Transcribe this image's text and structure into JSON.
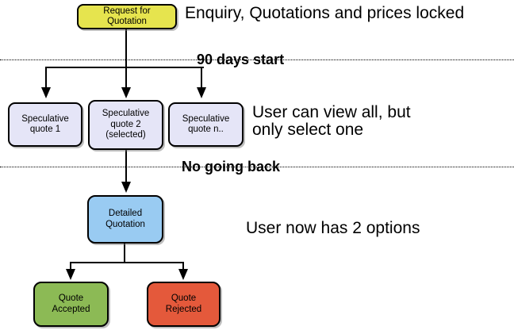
{
  "annotations": {
    "top_right": "Enquiry, Quotations and prices locked",
    "phase1_label": "90 days start",
    "middle_right_line1": "User can view all, but",
    "middle_right_line2": "only select one",
    "phase2_label": "No going back",
    "bottom_right": "User now has 2 options"
  },
  "nodes": {
    "request_for_quotation": {
      "lines": [
        "Request for",
        "Quotation"
      ],
      "fill": "#E6E44E"
    },
    "speculative_quote_1": {
      "lines": [
        "Speculative",
        "quote 1"
      ],
      "fill": "#E5E5F7"
    },
    "speculative_quote_2": {
      "lines": [
        "Speculative",
        "quote 2",
        "(selected)"
      ],
      "fill": "#E5E5F7"
    },
    "speculative_quote_n": {
      "lines": [
        "Speculative",
        "quote n.."
      ],
      "fill": "#E5E5F7"
    },
    "detailed_quotation": {
      "lines": [
        "Detailed",
        "Quotation"
      ],
      "fill": "#99CBF2"
    },
    "quote_accepted": {
      "lines": [
        "Quote",
        "Accepted"
      ],
      "fill": "#8CBA55"
    },
    "quote_rejected": {
      "lines": [
        "Quote",
        "Rejected"
      ],
      "fill": "#E4593B"
    }
  },
  "colors": {
    "connector_line": "#000000",
    "node_border": "#000000",
    "background": "#FFFFFF"
  }
}
